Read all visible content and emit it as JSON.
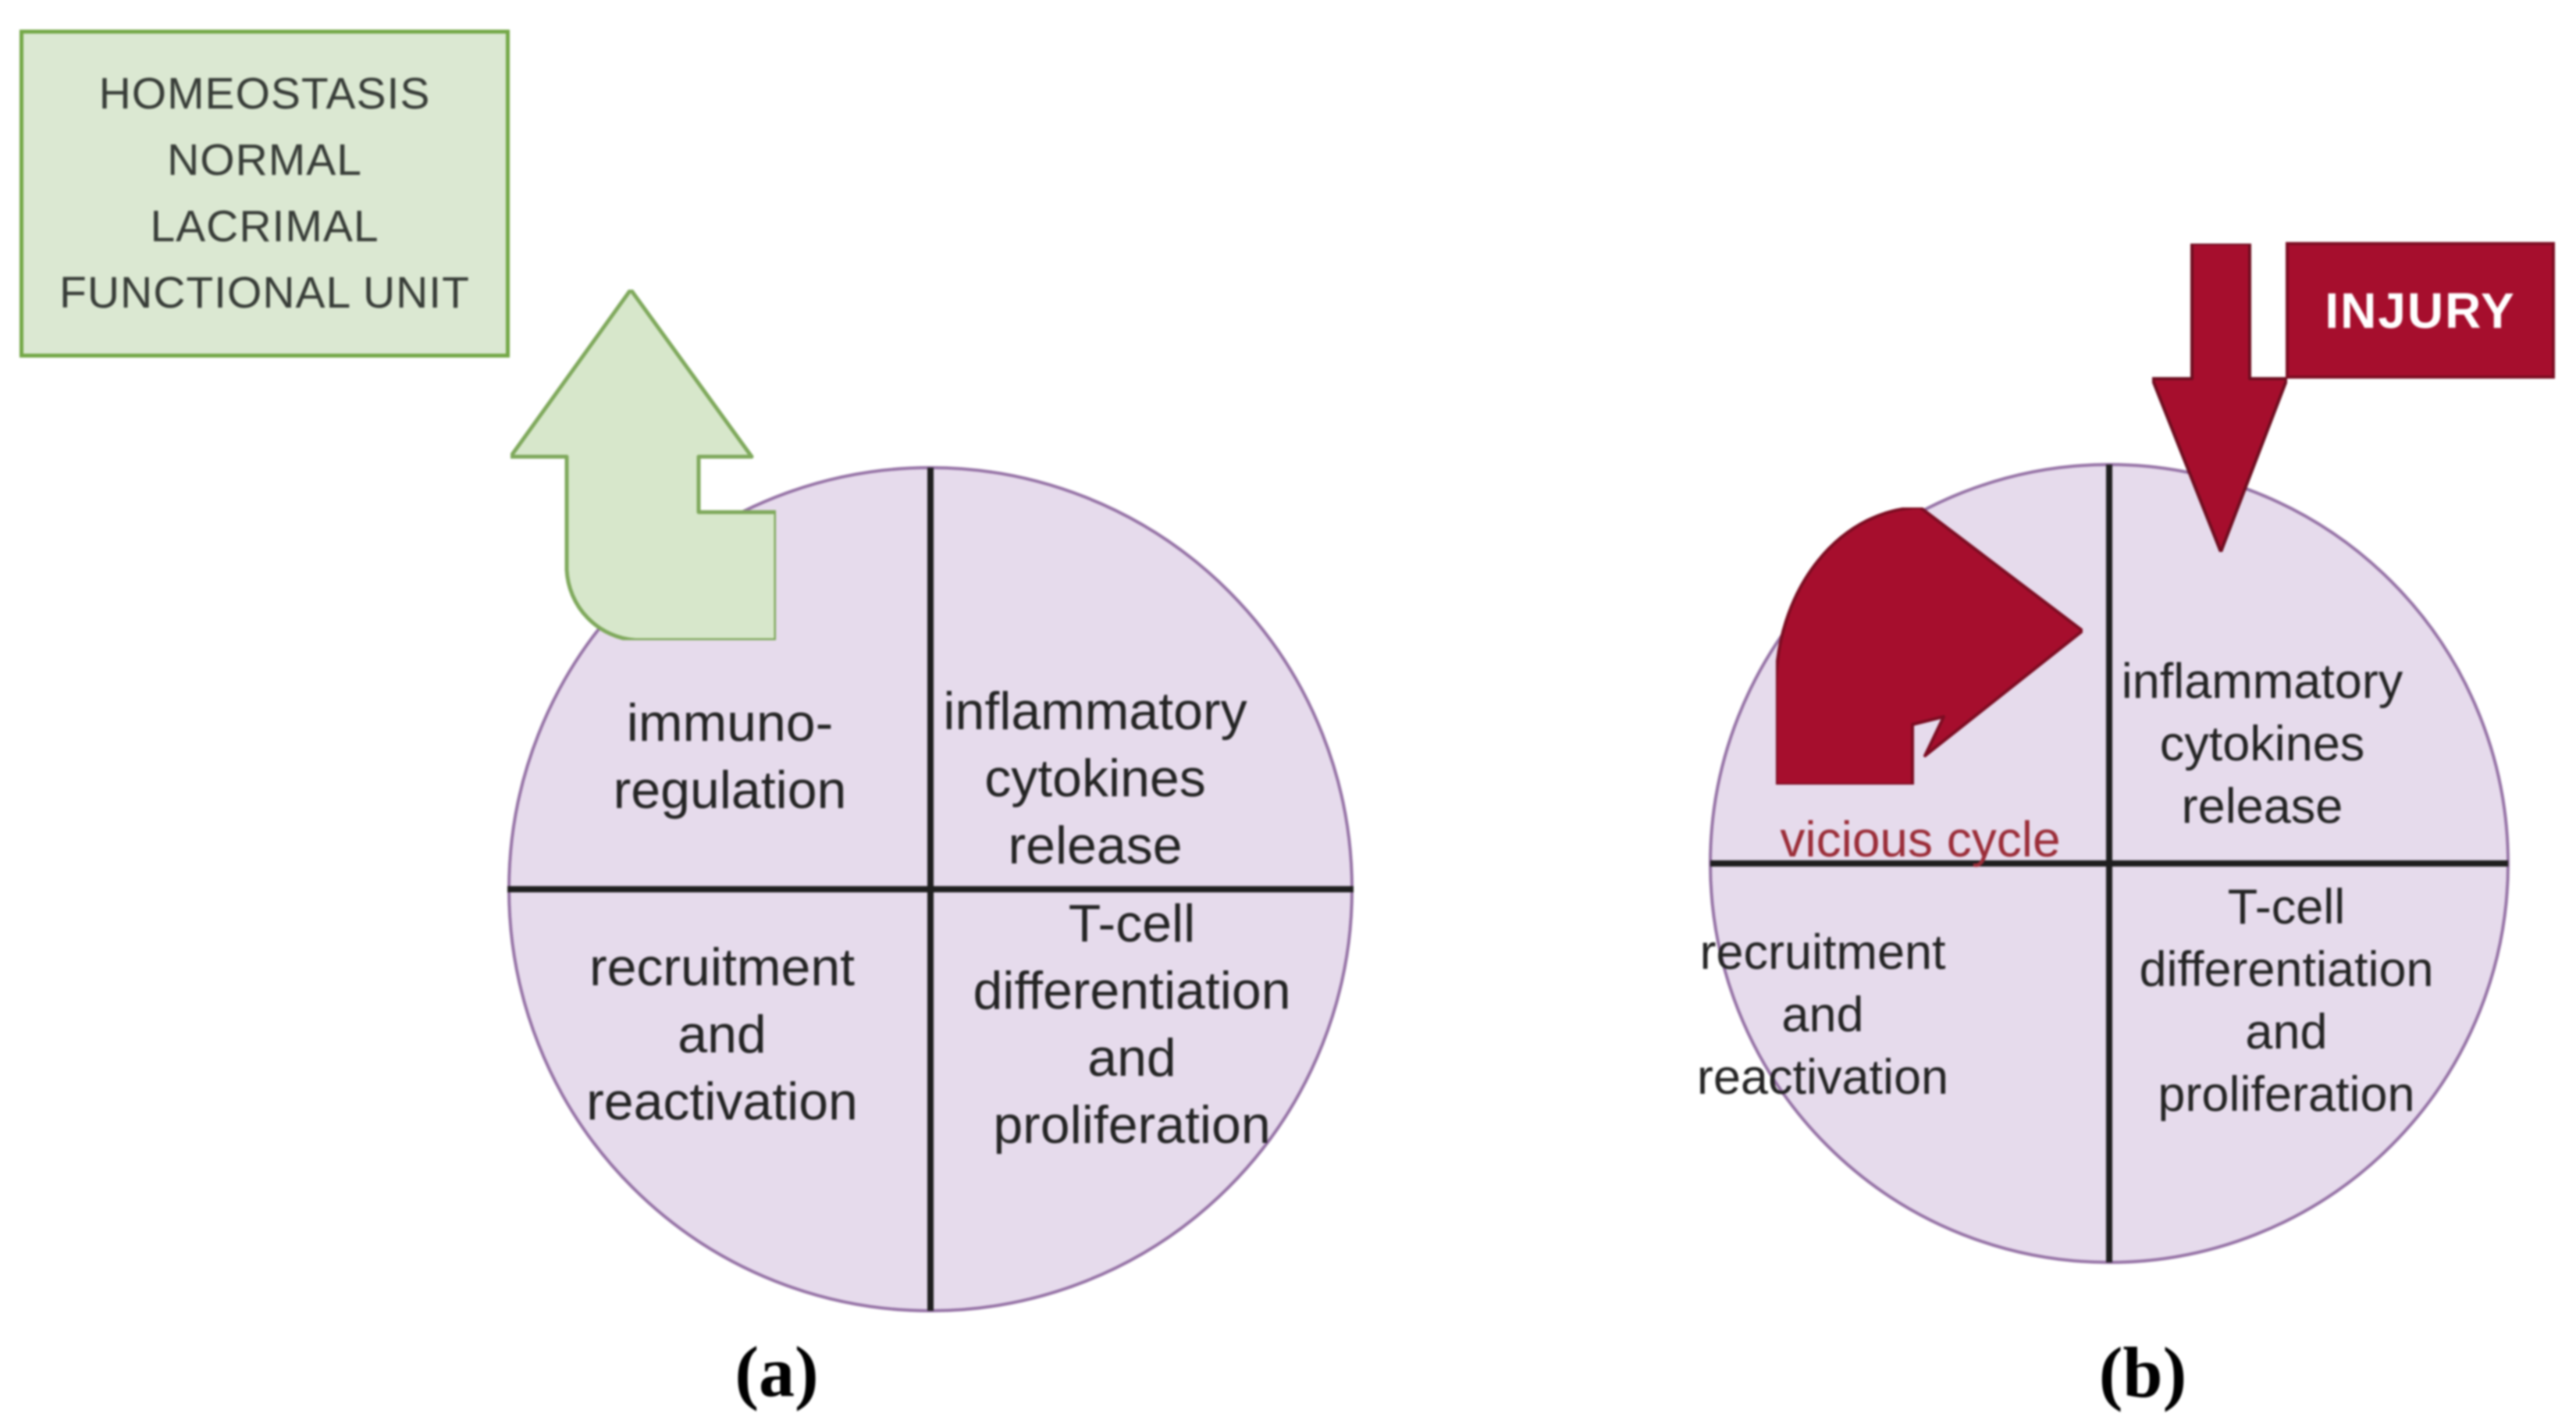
{
  "figure": {
    "description": "Two-panel cycle diagram of lacrimal immune response",
    "colors": {
      "circle_fill": "#e6dbec",
      "circle_border": "#9673a6",
      "divider": "#1f1f1f",
      "green_box_fill": "#dbe8d2",
      "green_box_border": "#74a847",
      "green_arrow_fill": "#d7e7cb",
      "green_arrow_border": "#7fa95c",
      "red_fill": "#a60e2d",
      "red_border": "#7d0c22",
      "vicious_cycle_text": "#9b2d38",
      "quadrant_text": "#242424",
      "injury_text": "#ffffff"
    },
    "panel_a": {
      "caption": "(a)",
      "homeostasis_box": {
        "lines": [
          "HOMEOSTASIS",
          "NORMAL",
          "LACRIMAL",
          "FUNCTIONAL UNIT"
        ]
      },
      "quadrants": {
        "top_left": [
          "immuno-",
          "regulation"
        ],
        "top_right": [
          "inflammatory",
          "cytokines",
          "release"
        ],
        "bottom_left": [
          "recruitment",
          "and",
          "reactivation"
        ],
        "bottom_right": [
          "T-cell",
          "differentiation",
          "and",
          "proliferation"
        ]
      }
    },
    "panel_b": {
      "caption": "(b)",
      "injury_label": "INJURY",
      "vicious_cycle_label": "vicious cycle",
      "quadrants": {
        "top_right": [
          "inflammatory",
          "cytokines",
          "release"
        ],
        "bottom_left": [
          "recruitment",
          "and",
          "reactivation"
        ],
        "bottom_right": [
          "T-cell",
          "differentiation",
          "and",
          "proliferation"
        ]
      }
    }
  }
}
